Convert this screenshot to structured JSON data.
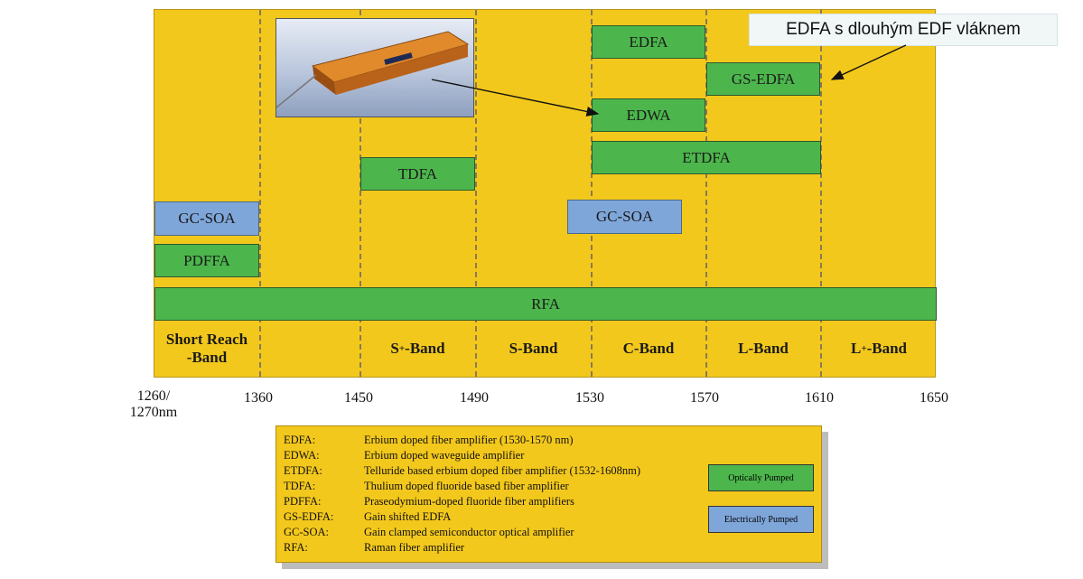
{
  "callout": {
    "text": "EDFA s dlouhým EDF vláknem"
  },
  "amplifiers": {
    "edfa": "EDFA",
    "gs_edfa": "GS-EDFA",
    "edwa": "EDWA",
    "etdfa": "ETDFA",
    "tdfa": "TDFA",
    "gc_soa_left": "GC-SOA",
    "gc_soa_mid": "GC-SOA",
    "pdffa": "PDFFA",
    "rfa": "RFA"
  },
  "bands": {
    "short_reach_line1": "Short Reach",
    "short_reach_line2": "-Band",
    "s_plus_base": "S",
    "s_plus_sup": "+",
    "s_plus_suffix": "-Band",
    "s": "S-Band",
    "c": "C-Band",
    "l": "L-Band",
    "l_plus_base": "L",
    "l_plus_sup": "+",
    "l_plus_suffix": "-Band"
  },
  "axis": {
    "first_line1": "1260/",
    "first_line2": "1270nm",
    "t1360": "1360",
    "t1450": "1450",
    "t1490": "1490",
    "t1530": "1530",
    "t1570": "1570",
    "t1610": "1610",
    "t1650": "1650"
  },
  "photo": {
    "label": "EDWA"
  },
  "legend": {
    "rows": [
      {
        "abbr": "EDFA:",
        "desc": "Erbium doped fiber amplifier (1530-1570 nm)"
      },
      {
        "abbr": "EDWA:",
        "desc": "Erbium doped waveguide amplifier"
      },
      {
        "abbr": "ETDFA:",
        "desc": "Telluride based erbium doped fiber amplifier (1532-1608nm)"
      },
      {
        "abbr": "TDFA:",
        "desc": "Thulium doped fluoride based fiber amplifier"
      },
      {
        "abbr": "PDFFA:",
        "desc": "Praseodymium-doped fluoride fiber amplifiers"
      },
      {
        "abbr": "GS-EDFA:",
        "desc": "Gain shifted EDFA"
      },
      {
        "abbr": "GC-SOA:",
        "desc": "Gain clamped semiconductor optical amplifier"
      },
      {
        "abbr": "RFA:",
        "desc": "Raman fiber amplifier"
      }
    ],
    "optically": "Optically Pumped",
    "electrically": "Electrically  Pumped"
  },
  "colors": {
    "band_background": "#f3c81c",
    "optically_pumped": "#4cb64c",
    "electrically_pumped": "#7fa6d9"
  }
}
